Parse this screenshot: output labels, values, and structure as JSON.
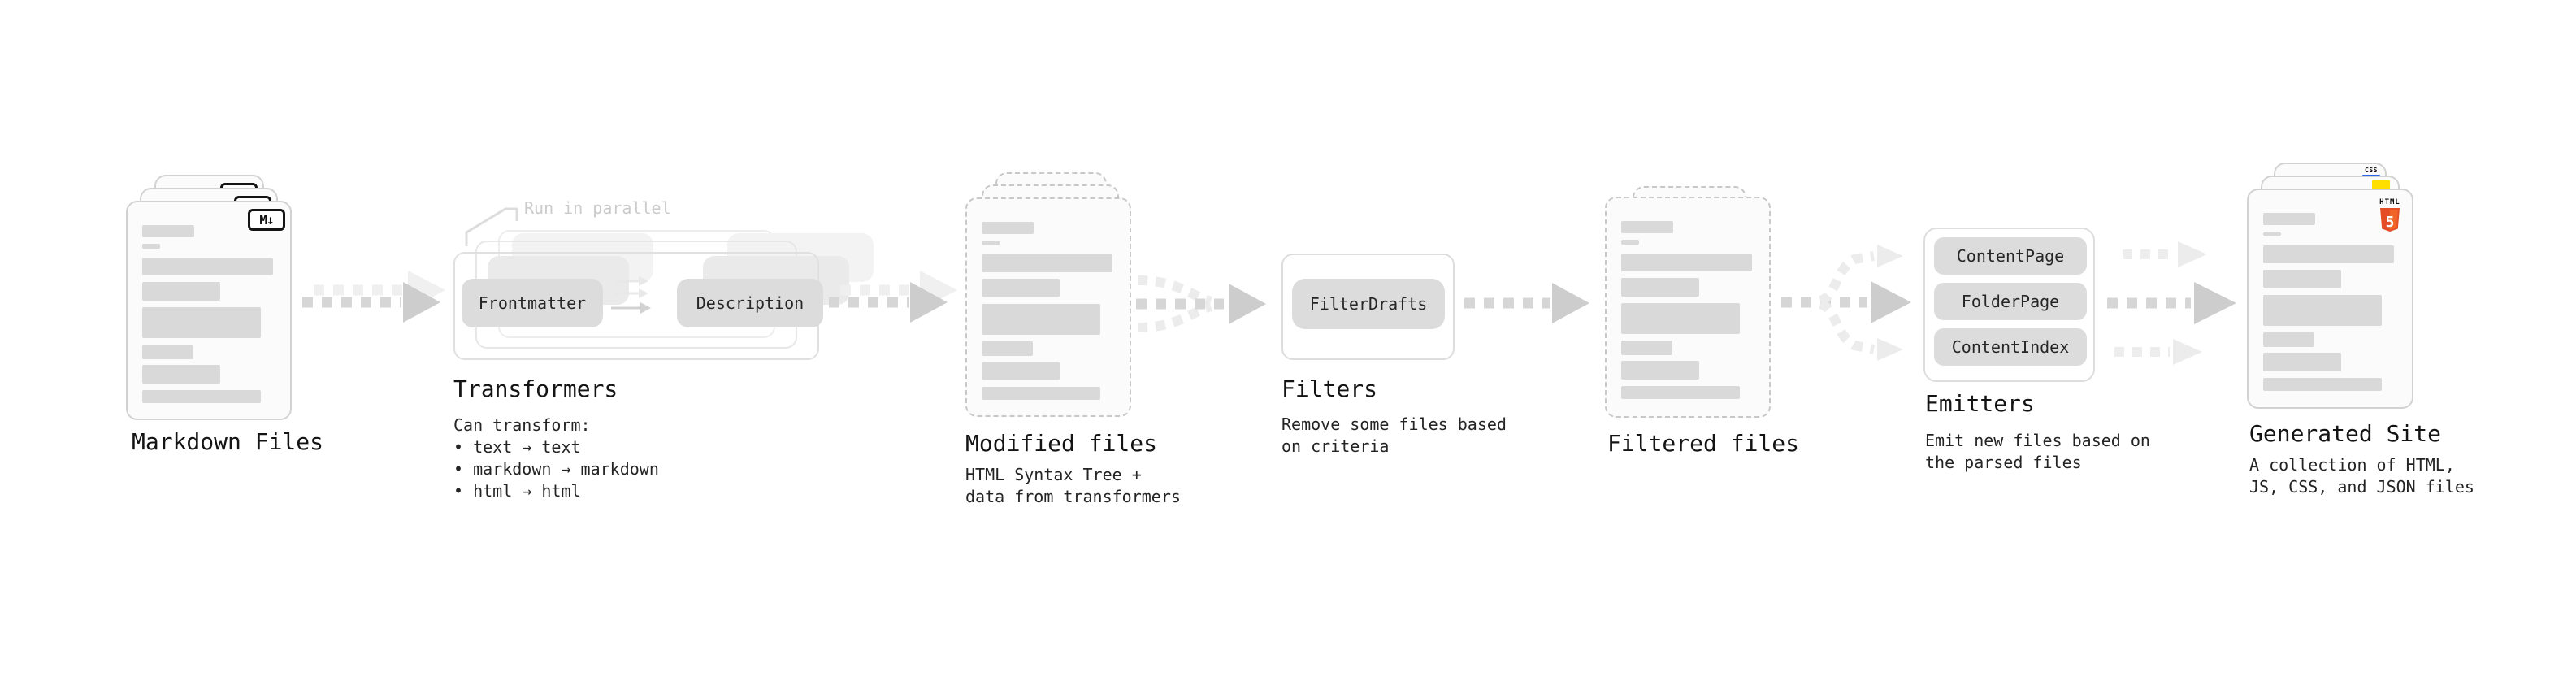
{
  "diagram": {
    "stages": {
      "markdown": {
        "title": "Markdown Files",
        "badge": "M↓"
      },
      "transformers": {
        "title": "Transformers",
        "annotation": "Run in parallel",
        "node1": "Frontmatter",
        "node2": "Description",
        "desc": "Can transform:\n • text → text\n • markdown → markdown\n • html → html"
      },
      "modified": {
        "title": "Modified files",
        "desc": "HTML Syntax Tree +\ndata from transformers"
      },
      "filters": {
        "title": "Filters",
        "node1": "FilterDrafts",
        "desc": "Remove some files based\non criteria"
      },
      "filtered": {
        "title": "Filtered files"
      },
      "emitters": {
        "title": "Emitters",
        "node1": "ContentPage",
        "node2": "FolderPage",
        "node3": "ContentIndex",
        "desc": "Emit new files based on\nthe parsed files"
      },
      "generated": {
        "title": "Generated Site",
        "desc": "A collection of HTML,\nJS, CSS, and JSON files",
        "html_badge": "HTML",
        "html_number": "5",
        "css_badge": "CSS"
      }
    },
    "colors": {
      "html5_orange": "#e44d26",
      "html5_orange_light": "#f16529",
      "js_yellow": "#ffdf00",
      "css_blue": "#2d63ea"
    }
  }
}
